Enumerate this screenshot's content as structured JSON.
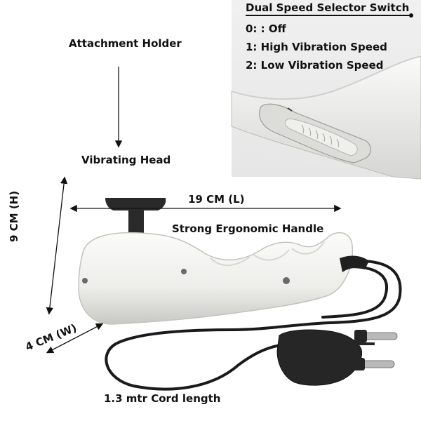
{
  "labels": {
    "attachment_holder": "Attachment Holder",
    "vibrating_head": "Vibrating Head",
    "length": "19 CM (L)",
    "handle": "Strong Ergonomic Handle",
    "height": "9 CM (H)",
    "width": "4 CM (W)",
    "cord": "1.3 mtr Cord length"
  },
  "switch_info": {
    "title": "Dual Speed Selector Switch",
    "options": [
      "0: : Off",
      "1: High Vibration Speed",
      "2: Low Vibration Speed"
    ]
  },
  "colors": {
    "device_body": "#f4f4f2",
    "device_shadow": "#c9c9c6",
    "cord": "#1a1a1a",
    "arrow": "#111111",
    "inset_bg": "#e8e8e8"
  }
}
